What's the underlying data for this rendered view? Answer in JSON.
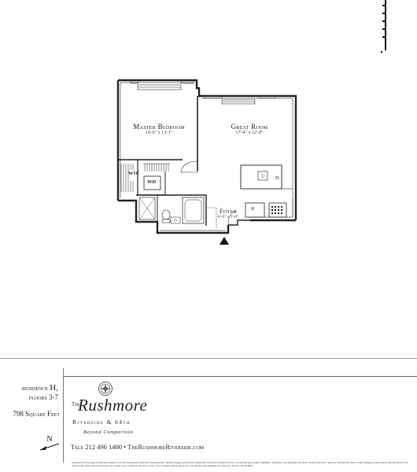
{
  "rooms": {
    "master_bedroom": {
      "name": "Master Bedroom",
      "dims": "14'-6\" x 13'-1\""
    },
    "great_room": {
      "name": "Great Room",
      "dims": "17'-4\" x 12'-8\""
    },
    "foyer": {
      "name": "Foyer",
      "dims": "6'-6\" x 5'-0\""
    },
    "wic": "WIC",
    "wd": "WD",
    "dishwasher": "D",
    "refrigerator": "R"
  },
  "residence": {
    "line1_prefix": "residence",
    "line1_letter": "H,",
    "line2": "floors 3-7",
    "square_feet": "798 Square Feet"
  },
  "logo": {
    "the": "The",
    "name": "Rushmore",
    "location": "Riverside & 64th",
    "tagline": "Beyond Comparison"
  },
  "compass": "N",
  "contact": "Tele 212 496 1400 • TheRushmoreRiverside.com",
  "disclaimer": "All dimensions are approximate and subject to normal construction variances and tolerances. Square footage exceeds the usable floor area and includes columns, mechanical pipe shafts, shaftways, chaseways and stairwells and other common elements. Sponsor reserves the right to make changes in accordance with the terms of the offering plan. Plans and dimensions may contain minor variations from floor to floor. The complete offering terms are in an offering plan available from Sponsor. File No. CD 03-0611."
}
